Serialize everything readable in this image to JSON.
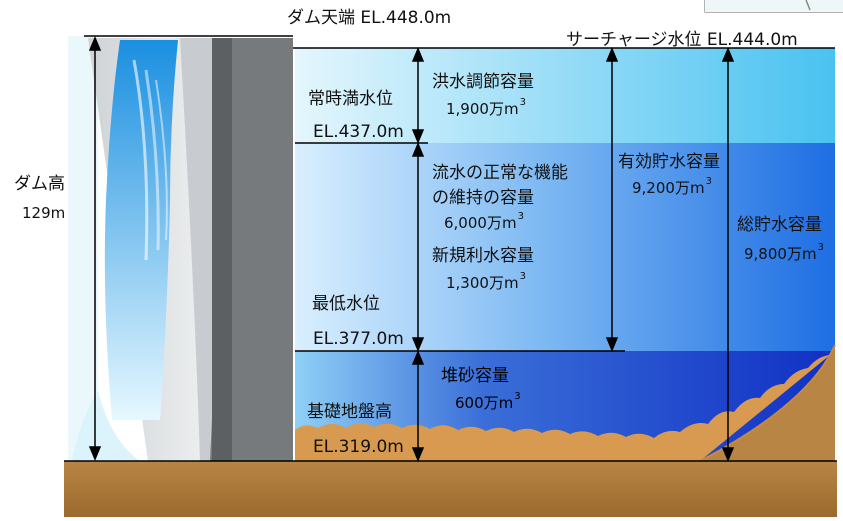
{
  "diagram": {
    "dam_crest": "ダム天端 EL.448.0m",
    "surcharge_level": "サーチャージ水位 EL.444.0m",
    "normal_full_level": {
      "name": "常時満水位",
      "el": "EL.437.0m"
    },
    "min_level": {
      "name": "最低水位",
      "el": "EL.377.0m"
    },
    "foundation": {
      "name": "基礎地盤高",
      "el": "EL.319.0m"
    },
    "dam_height": {
      "name": "ダム高",
      "value": "129m"
    },
    "flood_control": {
      "name": "洪水調節容量",
      "value": "1,900万m",
      "sup": "3"
    },
    "normal_function": {
      "name_line1": "流水の正常な機能",
      "name_line2": "の維持の容量",
      "value": "6,000万m",
      "sup": "3"
    },
    "new_water_use": {
      "name": "新規利水容量",
      "value": "1,300万m",
      "sup": "3"
    },
    "effective_storage": {
      "name": "有効貯水容量",
      "value": "9,200万m",
      "sup": "3"
    },
    "total_storage": {
      "name": "総貯水容量",
      "value": "9,800万m",
      "sup": "3"
    },
    "sediment": {
      "name": "堆砂容量",
      "value": "600万m",
      "sup": "3"
    }
  },
  "colors": {
    "water_top": "#5cc8f0",
    "water_mid": "#2f86e8",
    "water_bottom": "#1234c8",
    "dam_face": "#d8d8d8",
    "dam_body": "#7a7a7a",
    "ground": "#b07a3a",
    "sediment": "#d89a50"
  }
}
